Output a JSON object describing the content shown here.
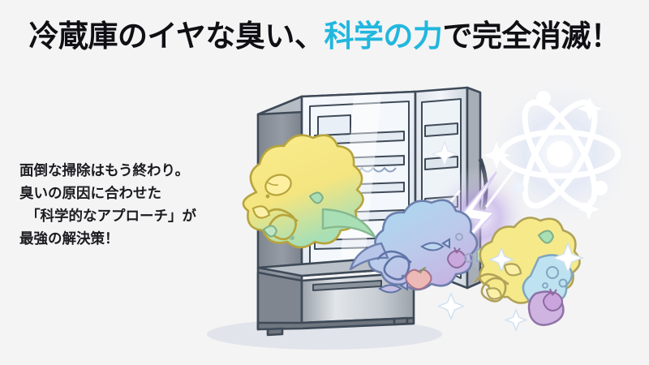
{
  "background": {
    "color": "#f4f4f5"
  },
  "headline": {
    "part1": "冷蔵庫のイヤな臭い、",
    "accent": "科学の力",
    "part2": "で完全消滅！",
    "color": "#101014",
    "accent_color": "#21b7de"
  },
  "body": {
    "line1": "面倒な掃除はもう終わり。",
    "line2": "臭いの原因に合わせた",
    "line3": "「科学的なアプローチ」が",
    "line4": "最強の解決策！",
    "color": "#1c1c20"
  },
  "illustration": {
    "fridge": {
      "name": "open-refrigerator",
      "body_color": "#8d949c",
      "body_light": "#c8ced4",
      "interior_color": "#eef2f7",
      "outline_color": "#3f4a58",
      "shadow_color": "#dfe3e8"
    },
    "atom": {
      "name": "atom-symbol",
      "color": "#ffffff",
      "glow_color": "#cfd8ec"
    },
    "lightning": {
      "name": "lightning-bolt",
      "color": "#ffffff",
      "glow_color": "#a98ddd"
    },
    "odor_cloud_yellow": {
      "name": "citrus-odor-cloud",
      "fill": "#f8e985",
      "fill2": "#a9dfb4",
      "outline": "#b7a43c",
      "icons": [
        "lemon-icon",
        "lemon-slice-icon",
        "leaf-icon",
        "swirl-icon"
      ]
    },
    "odor_cloud_blue": {
      "name": "fish-odor-cloud",
      "fill": "#a8d8ef",
      "fill2": "#c5b0e0",
      "outline": "#6d7fad",
      "icons": [
        "fish-icon",
        "apple-icon",
        "onion-icon",
        "swirl-icon"
      ]
    },
    "odor_cloud_rainbow": {
      "name": "rainbow-odor-cloud",
      "fill": "#f5e98a",
      "fill2": "#bfe4f2",
      "fill3": "#d5bce6",
      "outline": "#9aa8c4",
      "icons": [
        "lemon-slice-icon",
        "leaf-icon",
        "onion-icon",
        "bubble-icon",
        "sparkle-icon"
      ]
    },
    "sparkles": {
      "name": "sparkle-icon",
      "color": "#eef4fb"
    }
  }
}
